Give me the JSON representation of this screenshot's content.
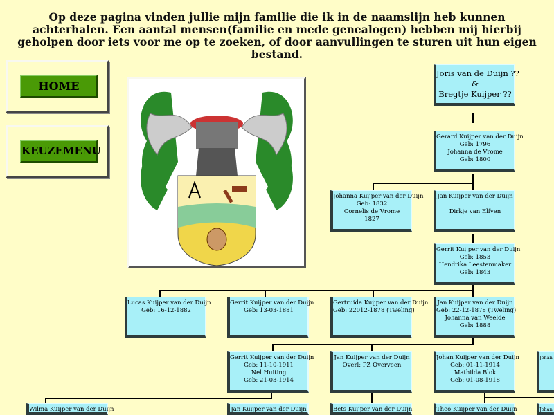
{
  "intro": "Op deze pagina vinden jullie mijn familie die ik in de naamslijn heb kunnen achterhalen. Een aantal mensen(familie en mede genealogen) hebben mij hierbij geholpen door iets voor me op te zoeken, of door aanvullingen te sturen uit hun eigen bestand.",
  "nav": {
    "home": "HOME",
    "menu": "KEUZEMENU"
  },
  "colors": {
    "background": "#fffdc8",
    "box": "#a8f0f8",
    "button": "#4a9a06"
  },
  "tree": [
    {
      "lines": [
        "Joris van de Duijn ??",
        "&",
        "Bregtje Kuijper ??"
      ]
    },
    {
      "lines": [
        "Gerard Kuijper van der Duijn",
        "Geb: 1796",
        "Johanna de Vrome",
        "Geb: 1800"
      ]
    },
    {
      "lines": [
        "Johanna Kuijper van der Duijn",
        "Geb: 1832",
        "Cornelis de Vrome",
        "1827"
      ]
    },
    {
      "lines": [
        "Jan Kuijper van der Duijn",
        "",
        "Dirkje van Elfven"
      ]
    },
    {
      "lines": [
        "Gerrit Kuijper van der Duijn",
        "Geb: 1853",
        "Hendrika Leestenmaker",
        "Geb: 1843"
      ]
    },
    {
      "lines": [
        "Lucas Kuijper van der Duijn",
        "Geb: 16-12-1882"
      ]
    },
    {
      "lines": [
        "Gerrit Kuijper van der Duijn",
        "Geb: 13-03-1881"
      ]
    },
    {
      "lines": [
        "Gertruida Kuijper van der Duijn",
        "Geb: 22012-1878  (Tweling)"
      ]
    },
    {
      "lines": [
        "Jan Kuijper van der Duijn",
        "Geb: 22-12-1878  (Tweling)",
        "Johanna van Weelde",
        "Geb: 1888"
      ]
    },
    {
      "lines": [
        "Gerrit Kuijper van der Duijn",
        "Geb: 11-10-1911",
        "Nel Huiting",
        "Geb: 21-03-1914"
      ]
    },
    {
      "lines": [
        "Jan Kuijper van der Duijn",
        "Overl: PZ Overveen"
      ]
    },
    {
      "lines": [
        "Johan Kuijper van der Duijn",
        "Geb: 01-11-1914",
        "Mathilda Blok",
        "Geb: 01-08-1918"
      ]
    },
    {
      "lines": [
        "Johan"
      ]
    },
    {
      "lines": [
        "Wilma Kuijper van der Duijn"
      ]
    },
    {
      "lines": [
        "Jan Kuijper van der Duijn"
      ]
    },
    {
      "lines": [
        "Bets Kuijper van der Duijn"
      ]
    },
    {
      "lines": [
        "Theo Kuijper van der Duijn"
      ]
    },
    {
      "lines": [
        "Johan"
      ]
    }
  ]
}
